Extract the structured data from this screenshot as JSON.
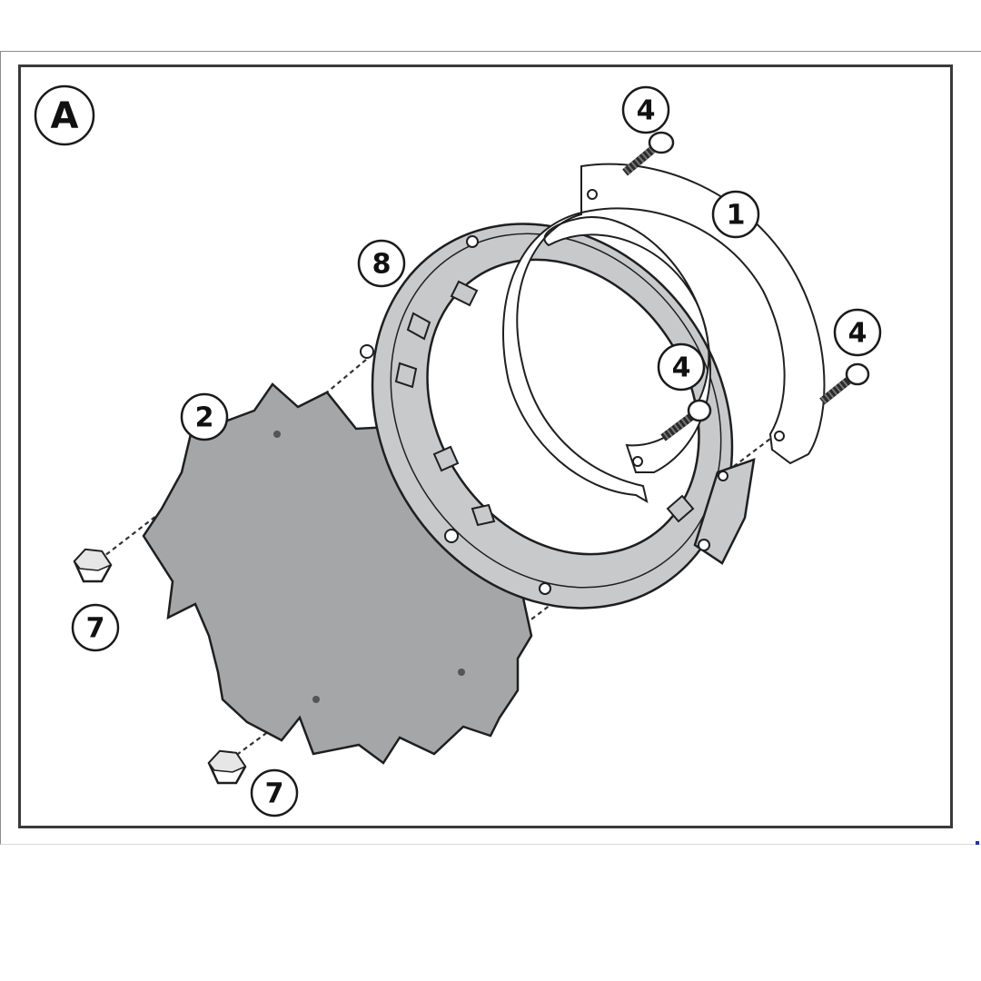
{
  "section_label": "A",
  "callouts": {
    "part_1": "1",
    "part_2": "2",
    "part_4_top": "4",
    "part_4_middle": "4",
    "part_4_right": "4",
    "part_7_upper": "7",
    "part_7_lower": "7",
    "part_8": "8"
  },
  "colors": {
    "plate_fill": "#a4a6a8",
    "ring_fill": "#c8c9cb",
    "outline": "#1f1f1f",
    "frame": "#3a3a3a"
  }
}
